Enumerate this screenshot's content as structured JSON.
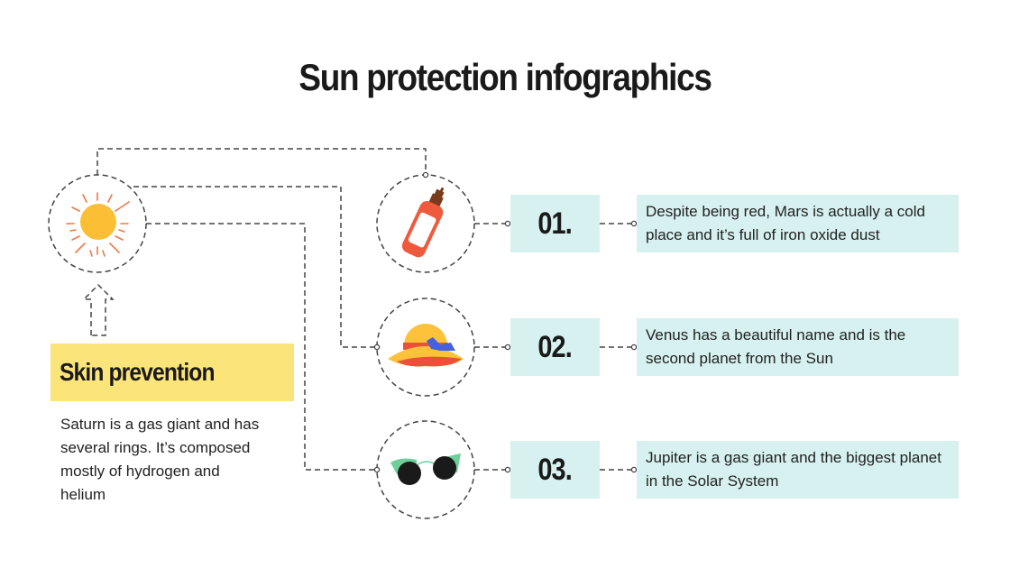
{
  "title": "Sun protection infographics",
  "colors": {
    "background": "#ffffff",
    "number_box": "#d6f1ef",
    "text_box": "#d6f1ef",
    "highlight_box": "#fbe57a",
    "sun": "#fbbf35",
    "sun_rays": "#e8794a",
    "spray_bottle": "#f05a3c",
    "spray_cap": "#7a3a1c",
    "hat_yellow": "#fbc23a",
    "hat_band": "#ef4e3a",
    "hat_bow": "#4561e0",
    "glasses_frame": "#6fcf9a",
    "glasses_lens": "#1a1a1a",
    "dashed_line": "#444444"
  },
  "hub": {
    "icon": "sun-icon",
    "heading": "Skin prevention",
    "description": "Saturn is a gas giant and has several rings. It’s composed mostly of hydrogen and helium",
    "arrow_icon": "dashed-up-arrow-icon"
  },
  "items": [
    {
      "icon": "sunscreen-spray-icon",
      "number": "01.",
      "text": "Despite being red, Mars is actually a cold place and it’s full of iron oxide dust"
    },
    {
      "icon": "sun-hat-icon",
      "number": "02.",
      "text": "Venus has a beautiful name and is the second planet from the Sun"
    },
    {
      "icon": "sunglasses-icon",
      "number": "03.",
      "text": "Jupiter is a gas giant and the biggest planet in the Solar System"
    }
  ]
}
